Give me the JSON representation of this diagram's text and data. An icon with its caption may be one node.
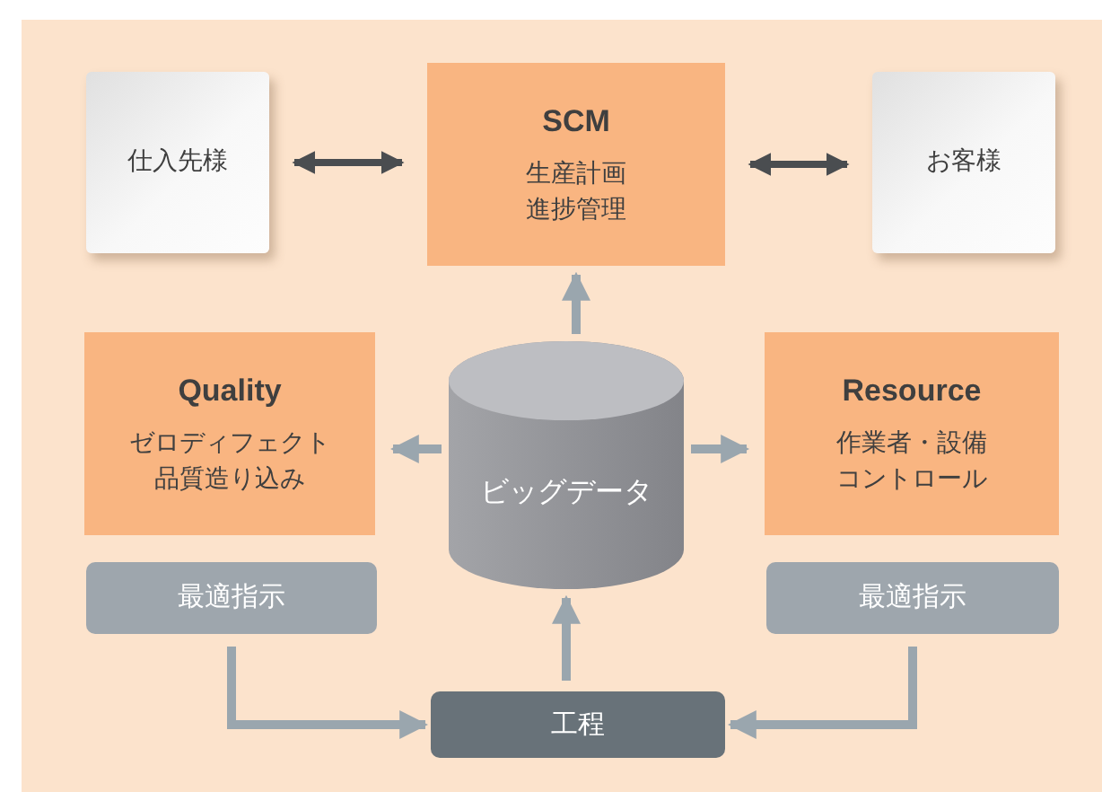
{
  "diagram": {
    "nodes": [
      {
        "text": [
          "仕入先様"
        ]
      },
      {
        "text": [
          "SCM",
          "生産計画",
          "進捗管理"
        ]
      },
      {
        "text": [
          "お客様"
        ]
      },
      {
        "text": [
          "Quality",
          "ゼロディフェクト",
          "品質造り込み"
        ]
      },
      {
        "text": [
          "ビッグデータ"
        ]
      },
      {
        "text": [
          "Resource",
          "作業者・設備",
          "コントロール"
        ]
      },
      {
        "text": [
          "最適指示"
        ]
      },
      {
        "text": [
          "最適指示"
        ]
      },
      {
        "text": [
          "工程"
        ]
      }
    ],
    "edges": [
      {
        "from": 0,
        "to": 1,
        "arrow": "both",
        "color": "#4a4d50"
      },
      {
        "from": 1,
        "to": 2,
        "arrow": "both",
        "color": "#4a4d50"
      },
      {
        "from": 4,
        "to": 1,
        "arrow": "to"
      },
      {
        "from": 4,
        "to": 3,
        "arrow": "to"
      },
      {
        "from": 4,
        "to": 5,
        "arrow": "to"
      },
      {
        "from": 8,
        "to": 4,
        "arrow": "to"
      },
      {
        "from": 6,
        "to": 8,
        "arrow": "to"
      },
      {
        "from": 7,
        "to": 8,
        "arrow": "to"
      }
    ]
  }
}
